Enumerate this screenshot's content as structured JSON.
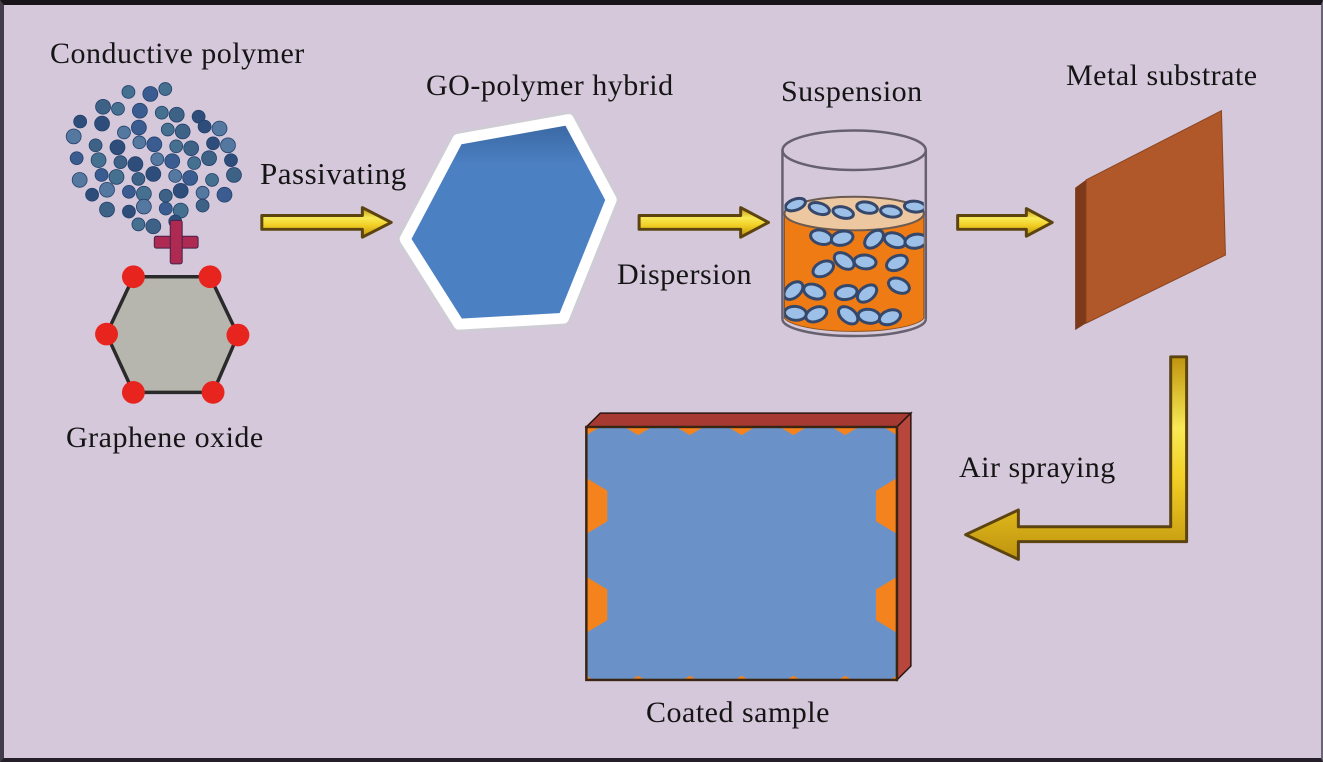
{
  "figure": {
    "description": "Process flow diagram: GO-polymer hybrid coating of a metal substrate",
    "steps": [
      {
        "from": "Conductive polymer + Graphene oxide",
        "action": "Passivating",
        "to": "GO-polymer hybrid"
      },
      {
        "from": "GO-polymer hybrid",
        "action": "Dispersion",
        "to": "Suspension"
      },
      {
        "from": "Suspension",
        "action": "",
        "to": "Metal substrate"
      },
      {
        "from": "Metal substrate",
        "action": "Air spraying",
        "to": "Coated sample"
      }
    ]
  },
  "labels": {
    "conductive_polymer": "Conductive polymer",
    "graphene_oxide": "Graphene oxide",
    "go_polymer_hybrid": "GO-polymer hybrid",
    "suspension": "Suspension",
    "metal_substrate": "Metal substrate",
    "coated_sample": "Coated sample",
    "passivating": "Passivating",
    "dispersion": "Dispersion",
    "air_spraying": "Air spraying"
  },
  "icons": {
    "plus_icon": "plus",
    "arrow_icons": [
      "right-arrow",
      "right-arrow",
      "right-arrow",
      "elbow-left-arrow"
    ]
  },
  "colors": {
    "background": "#d5c8db",
    "frame": "#18141a",
    "text": "#151515",
    "arrow_gold": "#f2cf25",
    "arrow_gold_bright": "#f8ea55",
    "arrow_gold_dark": "#bf930e",
    "arrow_outline": "#5c4410",
    "polymer_blues": [
      "#3b5c91",
      "#2e4d7b",
      "#46708f",
      "#5578a0",
      "#3d6286"
    ],
    "plus_crimson": "#ae2a52",
    "go_fill": "#b7b6ae",
    "go_stroke": "#2a2a2a",
    "go_dot_red": "#e8241f",
    "hybrid_blue": "#4b80c3",
    "hybrid_blue_dark": "#39669f",
    "hybrid_border": "#ffffff",
    "glass_outline": "#67616f",
    "liquid_orange": "#ee7b13",
    "liquid_surface": "#edc79f",
    "particle_blue": "#9cc0e8",
    "particle_outline": "#35486b",
    "substrate_face": "#b1582a",
    "substrate_side": "#7d3a1b",
    "substrate_top": "#93451f",
    "coated_face": "#f5831d",
    "coated_hex_blue": "#6a92c8",
    "coated_top": "#a63a33",
    "coated_side": "#b7463d"
  }
}
